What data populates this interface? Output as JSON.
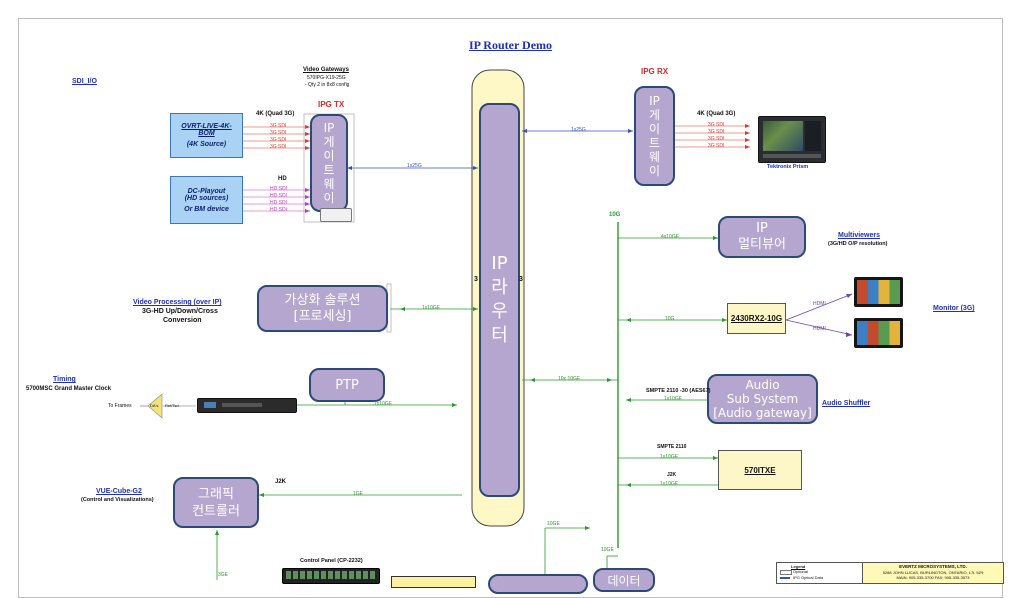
{
  "title": "IP Router Demo",
  "sections": {
    "sdi_io": "SDI_I/O",
    "video_processing": "Video Processing (over IP)",
    "video_processing_sub1": "3G-HD Up/Down/Cross",
    "video_processing_sub2": "Conversion",
    "timing": "Timing",
    "timing_sub": "5700MSC Grand Master Clock",
    "vue": "VUE-Cube-G2",
    "vue_sub": "(Control and Visualizations)",
    "multiviewers": "Multiviewers",
    "multiviewers_sub": "(3G/HD O/P resolution)",
    "monitor": "Monitor (3G)",
    "audio_shuffler": "Audio Shuffler"
  },
  "gateways": {
    "header": "Video Gateways",
    "model": "570IPG-X19-25G",
    "note": "- Qty 2 in 8x8 config",
    "ipg_tx": "IPG TX",
    "ipg_rx": "IPG RX"
  },
  "sources": {
    "ovrt_line1": "OVRT-LIVE-4K-",
    "ovrt_line2": "BOM",
    "ovrt_line3": "(4K Source)",
    "dc_line1": "DC-Playout",
    "dc_line2": "(HD sources)",
    "dc_line3": "Or BM device"
  },
  "signals": {
    "quad3g_tx": "4K (Quad 3G)",
    "quad3g_rx": "4K (Quad 3G)",
    "hd": "HD",
    "sdi_3g": [
      "3G SDI",
      "3G SDI",
      "3G SDI",
      "3G SDI"
    ],
    "sdi_hd": [
      "HD SDI",
      "HD SDI",
      "HD SDI",
      "HD SDI"
    ],
    "sdi_3g_rx": [
      "3G SDI",
      "3G SDI",
      "3G SDI",
      "3G SDI"
    ]
  },
  "blocks": {
    "ipg_tx_box": "IP\n게\n이\n트\n웨\n이",
    "ipg_rx_box": "IP\n게\n이\n트\n웨\n이",
    "router_box": "IP\n라\n우\n터",
    "virtualization": "가상화 솔루션\n[프로세싱]",
    "ptp": "PTP",
    "graphic_controller": "그래픽\n컨트롤러",
    "ip_multiviewer": "IP\n멀티뷰어",
    "audio_subsystem": "Audio\nSub System\n[Audio gateway]",
    "rx2": "2430RX2-10G",
    "itxe": "570ITXE",
    "data_partial": "데이터",
    "router_side_left": "3",
    "router_side_right": "3"
  },
  "links": {
    "tx_router": "1x25G",
    "router_rx": "1x25G",
    "mv_link": "4x10GE",
    "virt_link": "1x10GE",
    "rx2_link": "10G",
    "router_audio": "10x 10GE",
    "audio_link": "1x10GE",
    "ptp_link": "1x10GE",
    "graphic_link": "1GE",
    "itxe_smpte": "SMPTE 2110",
    "itxe_link1": "1x10GE",
    "itxe_j2k": "J2K",
    "itxe_link2": "1x10GE",
    "bus_10g": "10G",
    "bottom_10ge_a": "10GE",
    "bottom_10ge_b": "10GE",
    "hdmi1": "HDMI",
    "hdmi2": "HDMI",
    "smpte_aes": "SMPTE 2110 -30 (AES67)",
    "j2k_graphic": "J2K",
    "three_ge": "3GE",
    "to_frames": "To Frames",
    "dist_label": "DA's",
    "ref_label": "Ref/Tsd"
  },
  "devices": {
    "tektronix": "Tektronix Prism",
    "control_panel": "Control Panel (CP-2232)"
  },
  "legend": {
    "title": "Legend",
    "optional": "Optional",
    "ipg_optical": "IPG Optical Data",
    "company": "EVERTZ MICROSYSTEMS, LTD.",
    "address": "5288 JOHN LUCAS, BURLINGTON, ONTARIO, L7L 5Z9",
    "phone": "MAIN: 905-335-3700    FAX: 905-335-3573"
  },
  "colors": {
    "purple_fill": "#b5a6cf",
    "purple_border": "#2c4a78",
    "router_bg": "#fdf8c6",
    "link_green": "#2a9a2a",
    "link_blue": "#2f56b8",
    "sdi_red": "#e0392f",
    "hd_magenta": "#c23ab8",
    "title_blue": "#1f2fb8"
  }
}
